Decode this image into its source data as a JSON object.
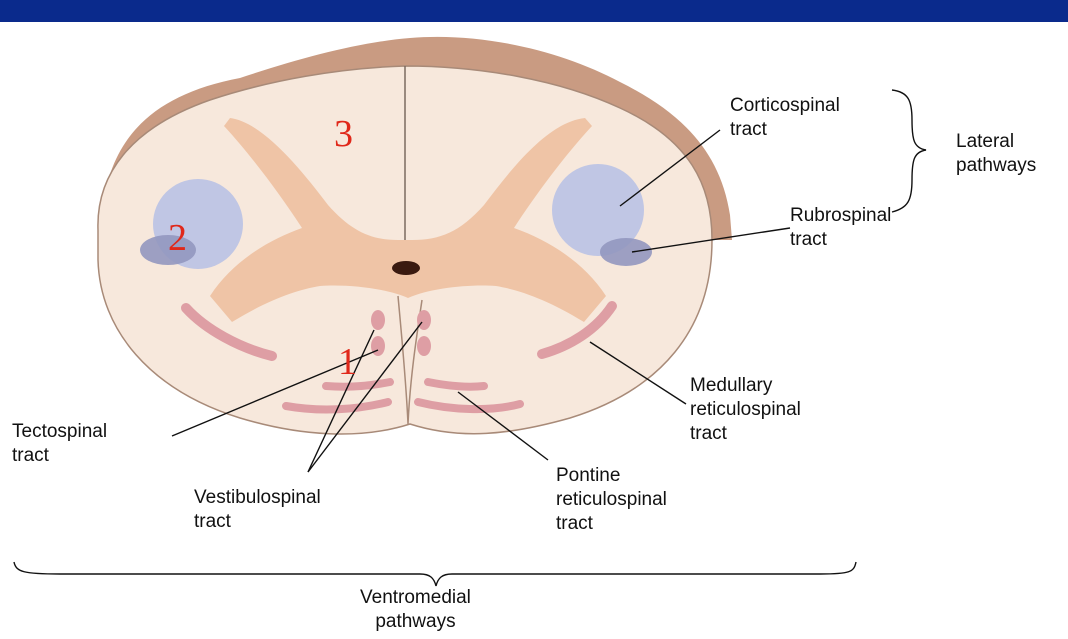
{
  "colors": {
    "top_bar": "#0a2a8c",
    "white_matter": "#f7e8dc",
    "gray_matter": "#efc4a6",
    "surface_top": "#c99b82",
    "lateral_tract": "#b9c2e4",
    "rubrospinal": "#9297bf",
    "ventromedial_tract": "#de9ea4",
    "number_marks": "#e0281a"
  },
  "labels": {
    "corticospinal": [
      "Corticospinal",
      "tract"
    ],
    "lateral": [
      "Lateral",
      "pathways"
    ],
    "rubrospinal": [
      "Rubrospinal",
      "tract"
    ],
    "medullary": [
      "Medullary",
      "reticulospinal",
      "tract"
    ],
    "tectospinal": [
      "Tectospinal",
      "tract"
    ],
    "pontine": [
      "Pontine",
      "reticulospinal",
      "tract"
    ],
    "vestibulospinal": [
      "Vestibulospinal",
      "tract"
    ],
    "ventromedial": [
      "Ventromedial",
      "pathways"
    ]
  },
  "marks": [
    "1",
    "2",
    "3"
  ]
}
